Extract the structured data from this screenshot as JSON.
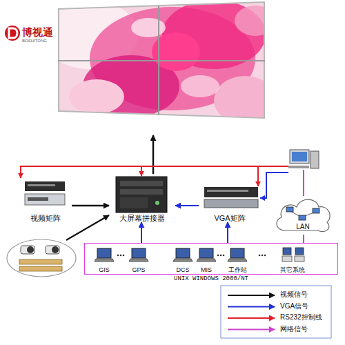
{
  "diagram": {
    "nodes": [
      {
        "text": [
          "视频矩阵"
        ]
      },
      {
        "text": [
          "大屏幕拼接器"
        ]
      },
      {
        "text": [
          "VGA矩阵"
        ]
      },
      {
        "text": [
          "LAN"
        ]
      },
      {
        "text": [
          "UNIX WINDOWS 2000/NT"
        ]
      },
      {
        "text": [
          "GIS"
        ],
        "in": 4
      },
      {
        "text": [
          "GPS"
        ],
        "in": 4
      },
      {
        "text": [
          "DCS"
        ],
        "in": 4
      },
      {
        "text": [
          "MIS"
        ],
        "in": 4
      },
      {
        "text": [
          "工作站"
        ],
        "in": 4
      },
      {
        "text": [
          "其它系统"
        ],
        "in": 4
      }
    ],
    "edges": [
      {
        "from": 0,
        "to": 1,
        "arrow": "to"
      },
      {
        "from": 2,
        "to": 1,
        "arrow": "to"
      },
      {
        "from": 4,
        "to": 1,
        "arrow": "to"
      },
      {
        "from": 4,
        "to": 2,
        "arrow": "to"
      },
      {
        "from": 3,
        "to": 4,
        "arrow": "none"
      }
    ],
    "labels": [
      "博视通",
      "BOSHITONG"
    ],
    "legend": [
      {
        "text": "视频信号"
      },
      {
        "text": "VGA信号"
      },
      {
        "text": "RS232控制线"
      },
      {
        "text": "网络信号"
      }
    ]
  }
}
